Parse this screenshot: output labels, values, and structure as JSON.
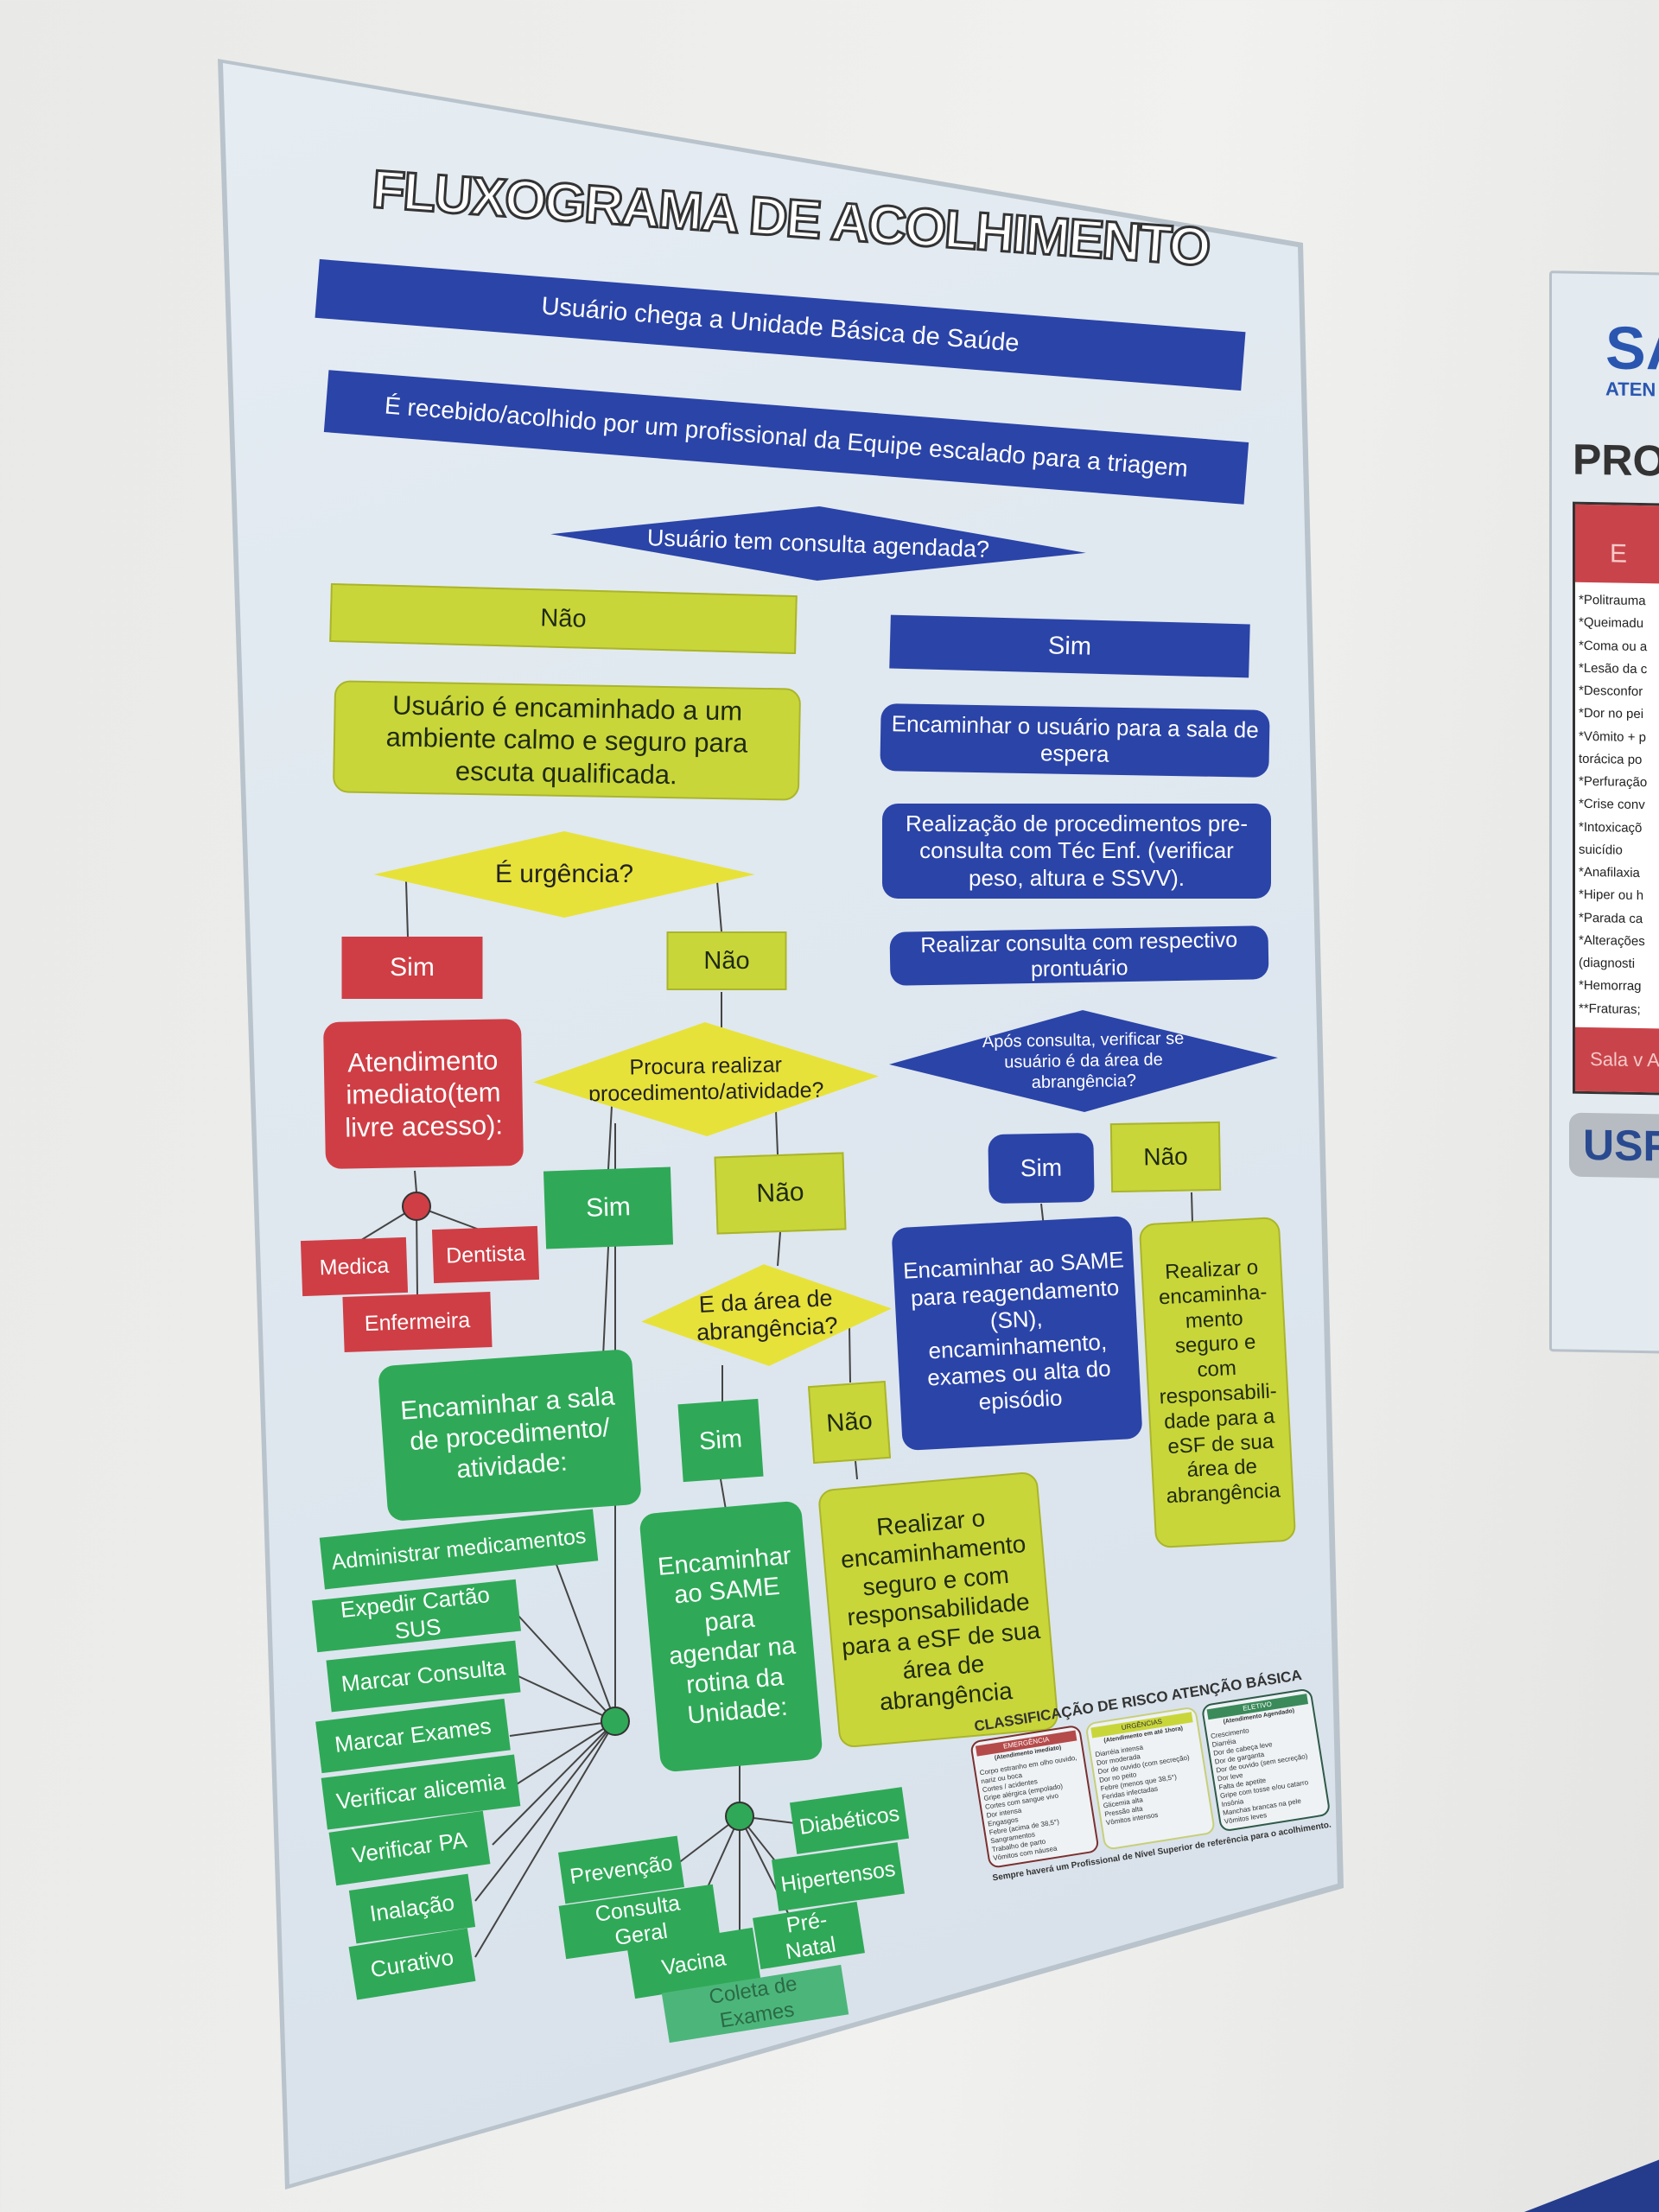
{
  "title": "FLUXOGRAMA DE ACOLHIMENTO",
  "colors": {
    "blue": "#2b44a8",
    "yellow": "#c9d63a",
    "red": "#cf3e45",
    "green": "#2fa957"
  },
  "steps": {
    "arrival": "Usuário chega a Unidade Básica de Saúde",
    "reception": "É recebido/acolhido por um profissional da Equipe escalado para a triagem",
    "q_appointment": "Usuário tem consulta agendada?",
    "no": "Não",
    "yes": "Sim",
    "calm_env": "Usuário é encaminhado a um ambiente calmo e seguro para escuta qualificada.",
    "waiting_room": "Encaminhar o usuário para a sala de espera",
    "pre_consult": "Realização de procedimentos pre-consulta com Téc Enf. (verificar peso, altura e SSVV).",
    "consult": "Realizar consulta com respectivo prontuário",
    "q_urgency": "É urgência?",
    "immediate": "Atendimento imediato(tem livre acesso):",
    "q_procedure": "Procura realizar procedimento/atividade?",
    "q_after": "Após consulta, verificar se usuário é da área de abrangência?",
    "medica": "Medica",
    "dentista": "Dentista",
    "enfermeira": "Enfermeira",
    "same_blue": "Encaminhar ao SAME para reagendamento (SN), encaminhamento, exames ou alta do episódio",
    "referral_right": "Realizar o encaminha-mento seguro e com responsabili-dade para a eSF de sua área de abrangência",
    "procedure_room": "Encaminhar a sala de procedimento/ atividade:",
    "q_area": "E da área de abrangência?",
    "same_green": "Encaminhar ao SAME para agendar na rotina da Unidade:",
    "referral_center": "Realizar o encaminhamento seguro e com responsabilidade para a eSF de sua área de abrangência"
  },
  "procedures": [
    "Administrar medicamentos",
    "Expedir Cartão SUS",
    "Marcar Consulta",
    "Marcar Exames",
    "Verificar alicemia",
    "Verificar PA",
    "Inalação",
    "Curativo"
  ],
  "routine": {
    "left": [
      "Prevenção",
      "Consulta Geral",
      "Vacina",
      "Coleta de Exames"
    ],
    "right": [
      "Diabéticos",
      "Hipertensos",
      "Pré-Natal"
    ]
  },
  "risk": {
    "title": "CLASSIFICAÇÃO DE RISCO ATENÇÃO BÁSICA",
    "emergency": {
      "label": "EMERGÊNCIA",
      "sub": "(Atendimento imediato)",
      "items": [
        "Corpo estranho em olho ouvido, nariz ou boca",
        "Cortes / acidentes",
        "Gripe alérgica (empolado)",
        "Cortes com sangue vivo",
        "Dor intensa",
        "Engasgos",
        "Febre (acima de 38,5°)",
        "Sangramentos",
        "Trabalho de parto",
        "Vômitos com náusea"
      ]
    },
    "urgency": {
      "label": "URGÊNCIAS",
      "sub": "(Atendimento em até 1hora)",
      "items": [
        "Diarréia intensa",
        "Dor moderada",
        "Dor de ouvido (com secreção)",
        "Dor no peito",
        "Febre (menos que 38,5°)",
        "Feridas infectadas",
        "Glicemia alta",
        "Pressão alta",
        "Vômitos intensos"
      ]
    },
    "elective": {
      "label": "ELETIVO",
      "sub": "(Atendimento Agendado)",
      "items": [
        "Crescimento",
        "Diarréia",
        "Dor de cabeça leve",
        "Dor de garganta",
        "Dor de ouvido (sem secreção)",
        "Dor leve",
        "Falta de apetite",
        "Gripe com tosse e/ou catarro",
        "Insônia",
        "Manchas brancas na pele",
        "Vômitos leves"
      ]
    },
    "footer": "Sempre haverá um Profissional de Nível Superior de referência para o acolhimento."
  },
  "side_poster": {
    "logo": "SA",
    "sub": "ATEN",
    "heading": "PROT",
    "band": "E",
    "items": [
      "*Politrauma",
      "*Queimadu",
      "*Coma ou a",
      "*Lesão da c",
      "*Desconfor",
      "*Dor no pei",
      "*Vômito + p",
      "torácica po",
      "*Perfuração",
      "*Crise conv",
      "*Intoxicaçõ",
      "suicídio",
      "*Anafilaxia",
      "*Hiper ou h",
      "*Parada ca",
      "*Alterações",
      "(diagnosti",
      "*Hemorrag",
      "**Fraturas;"
    ],
    "footer": "Sala v Atendir",
    "badge": "USF"
  }
}
